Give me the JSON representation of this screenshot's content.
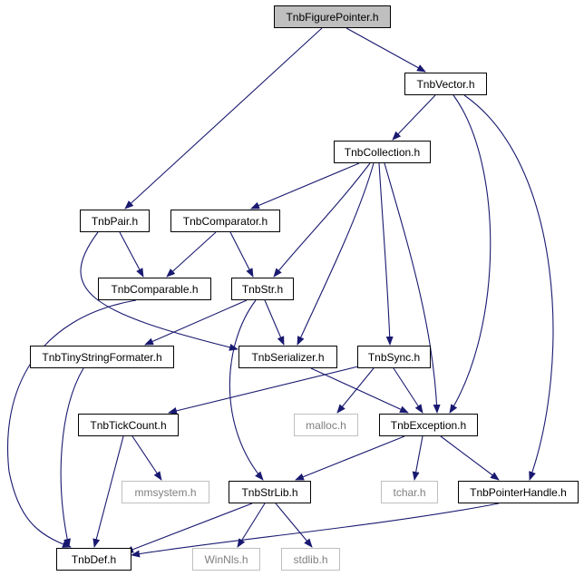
{
  "diagram": {
    "colors": {
      "edge": "#191970",
      "root_fill": "#bfbfbf",
      "node_fill": "#ffffff",
      "node_border": "#000000",
      "external_border": "#bfbfbf",
      "external_text": "#7f7f7f",
      "text": "#000000"
    },
    "nodes": [
      {
        "id": "figurepointer",
        "label": "TnbFigurePointer.h",
        "kind": "root"
      },
      {
        "id": "vector",
        "label": "TnbVector.h",
        "kind": "normal"
      },
      {
        "id": "collection",
        "label": "TnbCollection.h",
        "kind": "normal"
      },
      {
        "id": "pair",
        "label": "TnbPair.h",
        "kind": "normal"
      },
      {
        "id": "comparator",
        "label": "TnbComparator.h",
        "kind": "normal"
      },
      {
        "id": "comparable",
        "label": "TnbComparable.h",
        "kind": "normal"
      },
      {
        "id": "str",
        "label": "TnbStr.h",
        "kind": "normal"
      },
      {
        "id": "tinystringformater",
        "label": "TnbTinyStringFormater.h",
        "kind": "normal"
      },
      {
        "id": "serializer",
        "label": "TnbSerializer.h",
        "kind": "normal"
      },
      {
        "id": "sync",
        "label": "TnbSync.h",
        "kind": "normal"
      },
      {
        "id": "tickcount",
        "label": "TnbTickCount.h",
        "kind": "normal"
      },
      {
        "id": "malloc",
        "label": "malloc.h",
        "kind": "external"
      },
      {
        "id": "exception",
        "label": "TnbException.h",
        "kind": "normal"
      },
      {
        "id": "mmsystem",
        "label": "mmsystem.h",
        "kind": "external"
      },
      {
        "id": "strlib",
        "label": "TnbStrLib.h",
        "kind": "normal"
      },
      {
        "id": "tchar",
        "label": "tchar.h",
        "kind": "external"
      },
      {
        "id": "pointerhandle",
        "label": "TnbPointerHandle.h",
        "kind": "normal"
      },
      {
        "id": "def",
        "label": "TnbDef.h",
        "kind": "normal"
      },
      {
        "id": "winnls",
        "label": "WinNls.h",
        "kind": "external"
      },
      {
        "id": "stdlib",
        "label": "stdlib.h",
        "kind": "external"
      }
    ],
    "edges": [
      {
        "from": "figurepointer",
        "to": "vector"
      },
      {
        "from": "figurepointer",
        "to": "pair"
      },
      {
        "from": "vector",
        "to": "collection"
      },
      {
        "from": "vector",
        "to": "exception"
      },
      {
        "from": "vector",
        "to": "pointerhandle"
      },
      {
        "from": "collection",
        "to": "comparator"
      },
      {
        "from": "collection",
        "to": "str"
      },
      {
        "from": "collection",
        "to": "serializer"
      },
      {
        "from": "collection",
        "to": "sync"
      },
      {
        "from": "collection",
        "to": "exception"
      },
      {
        "from": "pair",
        "to": "comparable"
      },
      {
        "from": "pair",
        "to": "serializer"
      },
      {
        "from": "comparator",
        "to": "comparable"
      },
      {
        "from": "comparator",
        "to": "str"
      },
      {
        "from": "comparable",
        "to": "def"
      },
      {
        "from": "str",
        "to": "tinystringformater"
      },
      {
        "from": "str",
        "to": "serializer"
      },
      {
        "from": "str",
        "to": "strlib"
      },
      {
        "from": "tinystringformater",
        "to": "def"
      },
      {
        "from": "serializer",
        "to": "exception"
      },
      {
        "from": "sync",
        "to": "tickcount"
      },
      {
        "from": "sync",
        "to": "malloc"
      },
      {
        "from": "sync",
        "to": "exception"
      },
      {
        "from": "tickcount",
        "to": "mmsystem"
      },
      {
        "from": "tickcount",
        "to": "def"
      },
      {
        "from": "exception",
        "to": "strlib"
      },
      {
        "from": "exception",
        "to": "tchar"
      },
      {
        "from": "exception",
        "to": "pointerhandle"
      },
      {
        "from": "strlib",
        "to": "def"
      },
      {
        "from": "strlib",
        "to": "winnls"
      },
      {
        "from": "strlib",
        "to": "stdlib"
      },
      {
        "from": "pointerhandle",
        "to": "def"
      }
    ]
  }
}
